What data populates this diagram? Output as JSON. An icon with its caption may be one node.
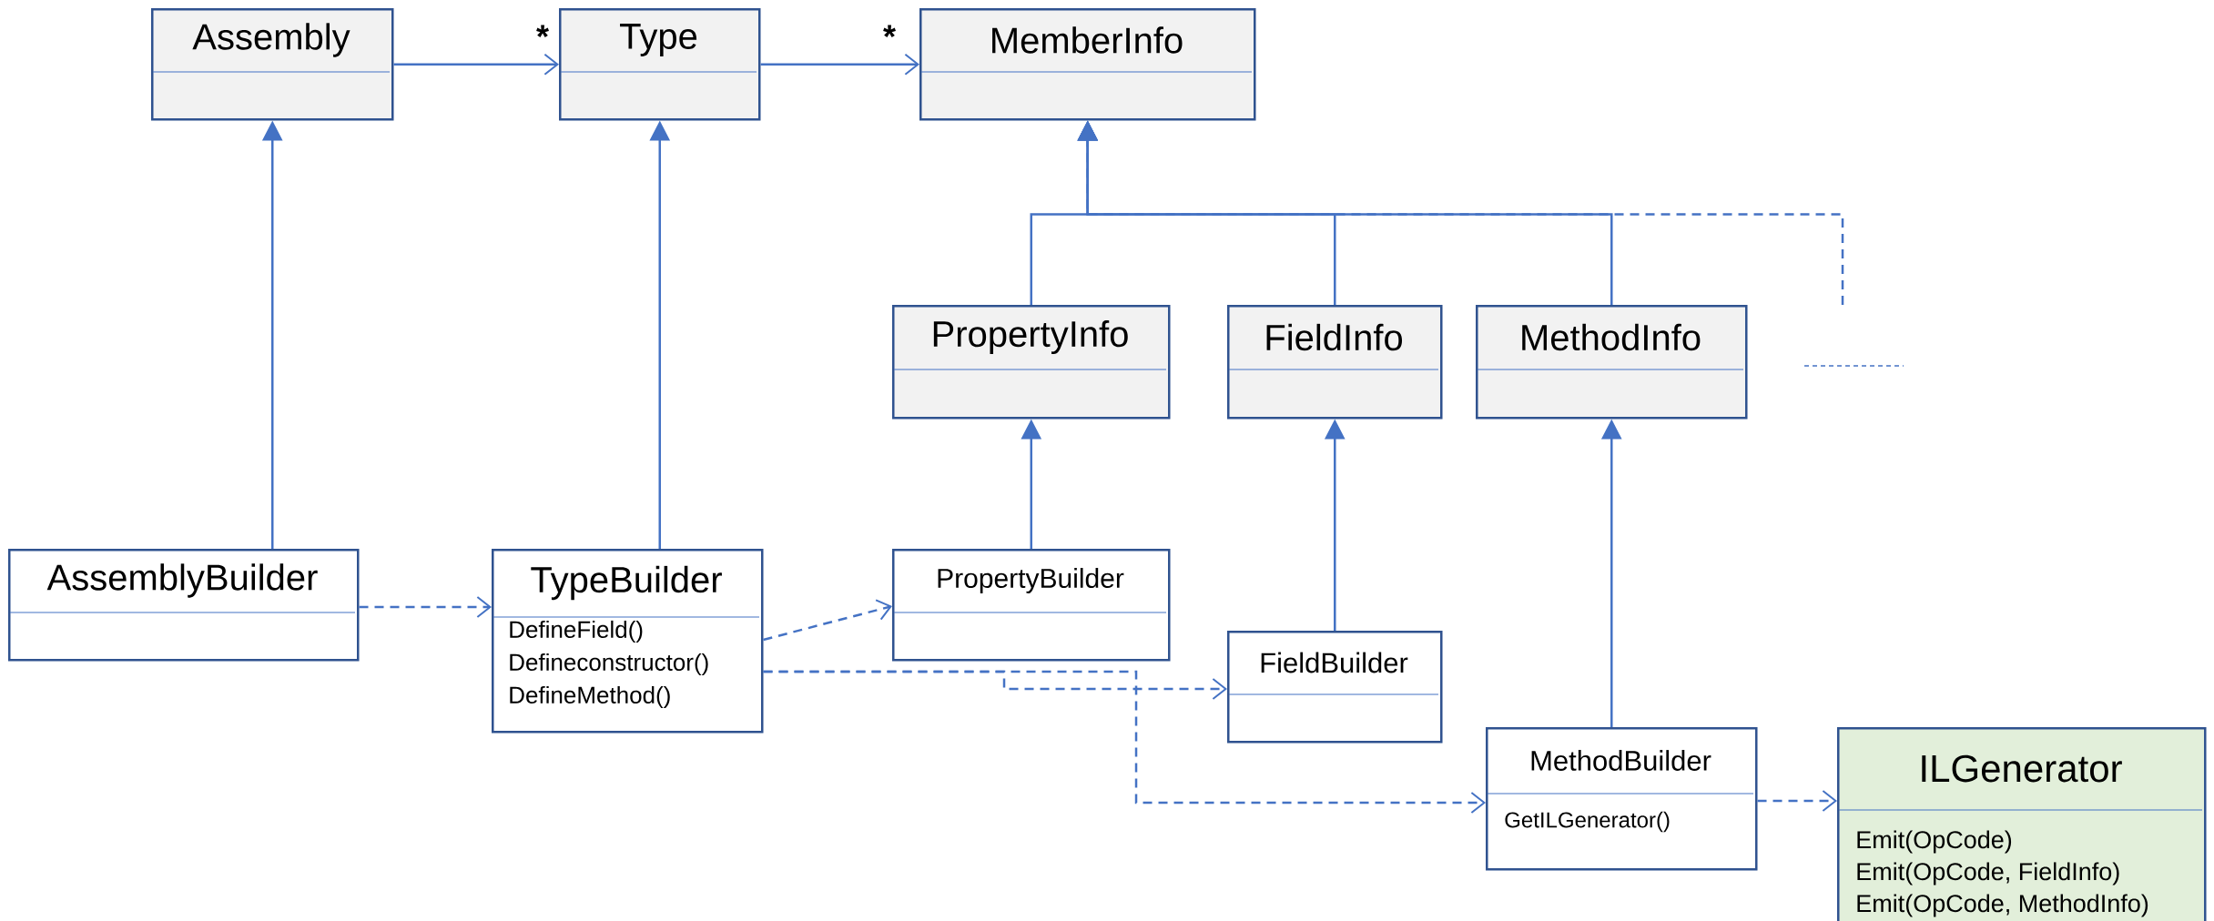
{
  "diagram": {
    "nodes": [
      {
        "text": [
          "Assembly"
        ]
      },
      {
        "text": [
          "Type"
        ]
      },
      {
        "text": [
          "MemberInfo"
        ]
      },
      {
        "text": [
          "PropertyInfo"
        ]
      },
      {
        "text": [
          "FieldInfo"
        ]
      },
      {
        "text": [
          "MethodInfo"
        ]
      },
      {
        "text": [
          "AssemblyBuilder"
        ]
      },
      {
        "text": [
          "TypeBuilder",
          "DefineField()",
          "Defineconstructor()",
          "DefineMethod()"
        ]
      },
      {
        "text": [
          "PropertyBuilder"
        ]
      },
      {
        "text": [
          "FieldBuilder"
        ]
      },
      {
        "text": [
          "MethodBuilder",
          "GetILGenerator()"
        ]
      },
      {
        "text": [
          "ILGenerator",
          "Emit(OpCode)",
          "Emit(OpCode, FieldInfo)",
          "Emit(OpCode, MethodInfo)"
        ]
      }
    ],
    "edges": [
      {
        "from": 0,
        "to": 1,
        "arrow": "to",
        "label": "*"
      },
      {
        "from": 1,
        "to": 2,
        "arrow": "to",
        "label": "*"
      },
      {
        "from": 6,
        "to": 0,
        "arrow": "to"
      },
      {
        "from": 7,
        "to": 1,
        "arrow": "to"
      },
      {
        "from": 3,
        "to": 2,
        "arrow": "to"
      },
      {
        "from": 4,
        "to": 2,
        "arrow": "to"
      },
      {
        "from": 5,
        "to": 2,
        "arrow": "to"
      },
      {
        "from": null,
        "to": 2,
        "arrow": "to",
        "style": "dashed"
      },
      {
        "from": 8,
        "to": 3,
        "arrow": "to"
      },
      {
        "from": 9,
        "to": 4,
        "arrow": "to"
      },
      {
        "from": 10,
        "to": 5,
        "arrow": "to"
      },
      {
        "from": 6,
        "to": 7,
        "arrow": "to",
        "style": "dashed"
      },
      {
        "from": 7,
        "to": 8,
        "arrow": "to",
        "style": "dashed"
      },
      {
        "from": 7,
        "to": 9,
        "arrow": "to",
        "style": "dashed"
      },
      {
        "from": 7,
        "to": 10,
        "arrow": "to",
        "style": "dashed"
      },
      {
        "from": 10,
        "to": 11,
        "arrow": "to",
        "style": "dashed"
      }
    ]
  }
}
